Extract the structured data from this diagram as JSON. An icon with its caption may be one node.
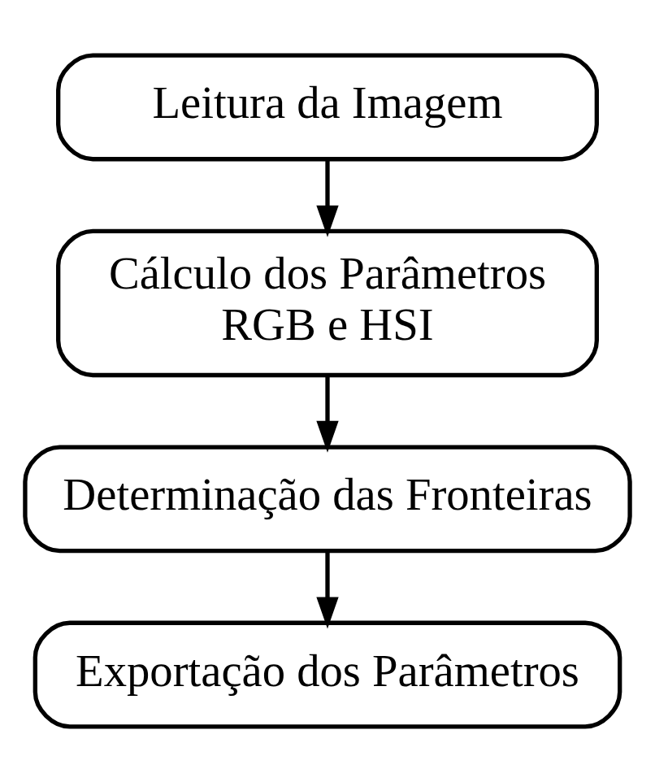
{
  "diagram": {
    "nodes": [
      {
        "text": [
          "Leitura da Imagem"
        ]
      },
      {
        "text": [
          "Cálculo dos Parâmetros RGB e HSI"
        ]
      },
      {
        "text": [
          "Determinação das Fronteiras"
        ]
      },
      {
        "text": [
          "Exportação dos Parâmetros"
        ]
      }
    ],
    "edges": [
      {
        "from": 0,
        "to": 1,
        "arrow": "to"
      },
      {
        "from": 1,
        "to": 2,
        "arrow": "to"
      },
      {
        "from": 2,
        "to": 3,
        "arrow": "to"
      }
    ]
  }
}
